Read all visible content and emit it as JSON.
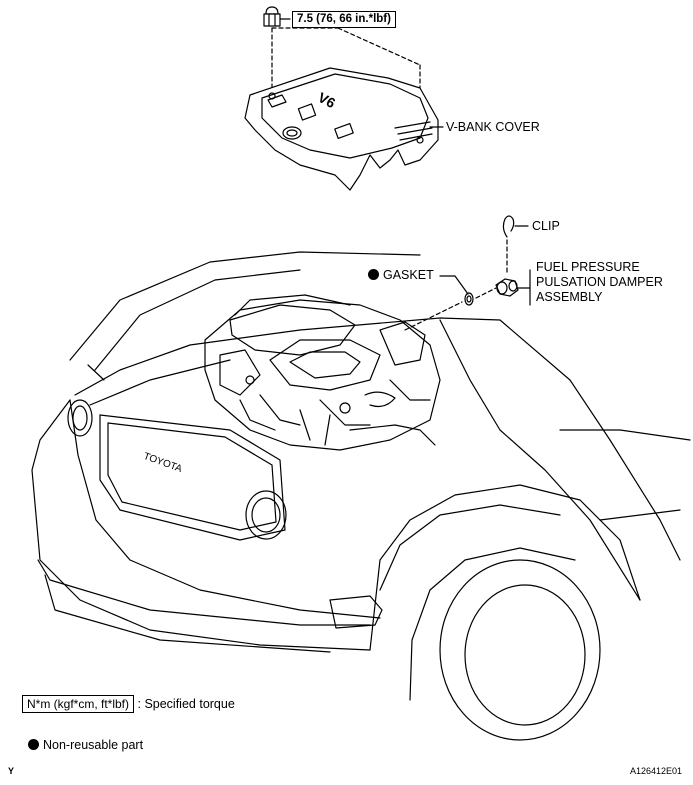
{
  "torque_spec": "7.5 (76, 66 in.*lbf)",
  "labels": {
    "vbank_cover": "V-BANK COVER",
    "clip": "CLIP",
    "gasket": "GASKET",
    "damper_line1": "FUEL PRESSURE",
    "damper_line2": "PULSATION DAMPER",
    "damper_line3": "ASSEMBLY"
  },
  "cover_marking": "V6",
  "grille_badge": "TOYOTA",
  "legend": {
    "torque_units": "N*m (kgf*cm, ft*lbf)",
    "torque_desc": ": Specified torque",
    "non_reusable": "Non-reusable part"
  },
  "footer": {
    "left_code": "Y",
    "right_code": "A126412E01"
  }
}
